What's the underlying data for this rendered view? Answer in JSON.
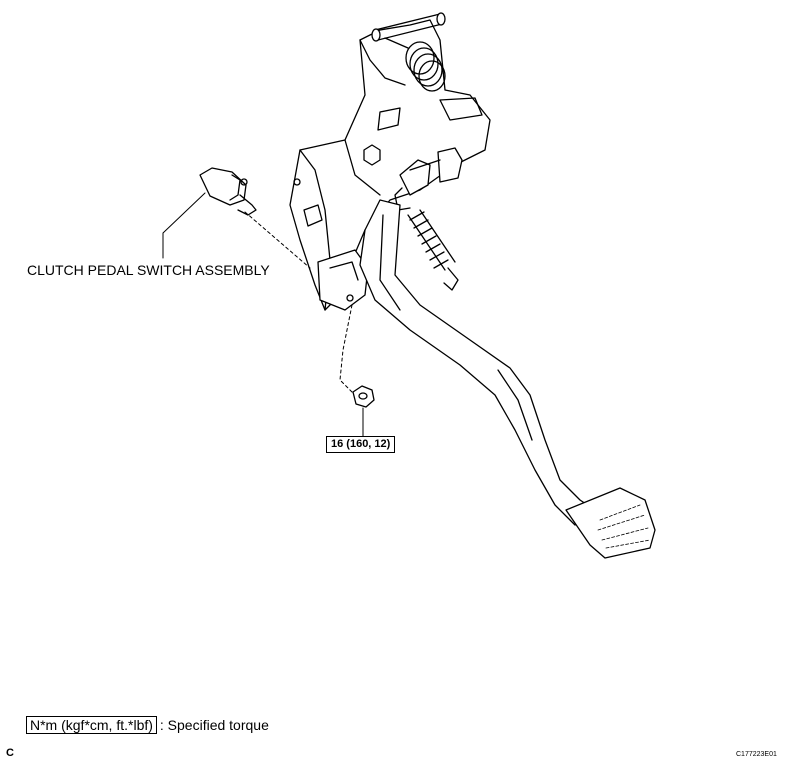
{
  "labels": {
    "part_name": "CLUTCH PEDAL SWITCH ASSEMBLY",
    "torque_value": "16 (160, 12)"
  },
  "legend": {
    "box_text": "N*m (kgf*cm, ft.*lbf)",
    "description": ": Specified torque"
  },
  "footer": {
    "corner_letter": "C",
    "figure_code": "C177223E01"
  }
}
